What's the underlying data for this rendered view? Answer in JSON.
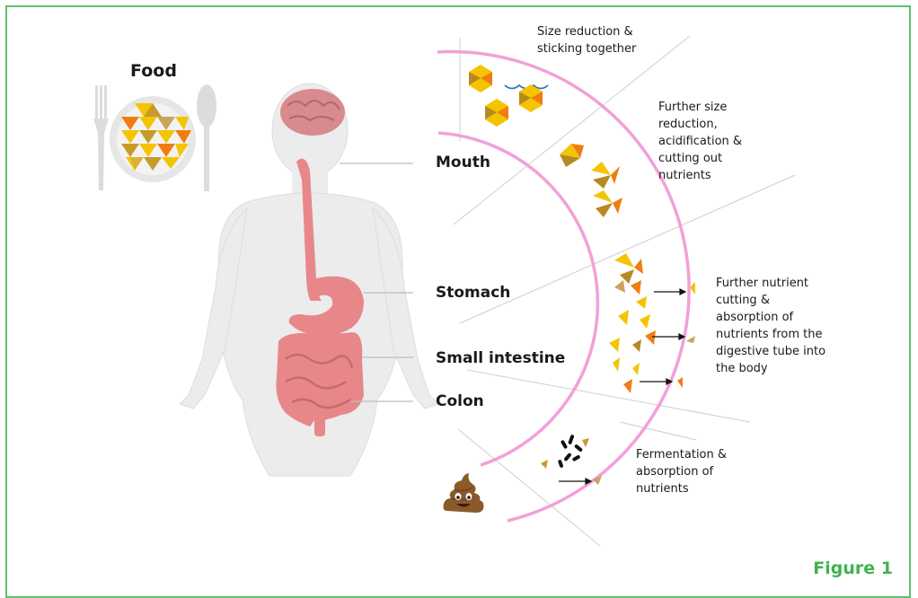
{
  "figure_label": "Figure 1",
  "food_label": "Food",
  "organs": {
    "mouth": "Mouth",
    "stomach": "Stomach",
    "small_intestine": "Small intestine",
    "colon": "Colon"
  },
  "descriptions": {
    "mouth": "Size reduction &\nsticking together",
    "stomach": "Further size\nreduction,\nacidification &\ncutting out\nnutrients",
    "small_intestine": "Further nutrient\ncutting &\nabsorption of\nnutrients from the\ndigestive tube into\nthe body",
    "colon": "Fermentation &\nabsorption of\nnutrients"
  },
  "icons": [
    "fork-icon",
    "plate-icon",
    "spoon-icon",
    "brain-icon",
    "stomach-icon",
    "intestine-icon",
    "poop-icon"
  ],
  "colors": {
    "frame": "#5cc26b",
    "figure_label": "#3fb34f",
    "tube": "#f2a0d8",
    "food_yellow": "#f5c400",
    "food_orange": "#f07d12",
    "food_brown": "#b58a22",
    "organ_pink": "#e8878a",
    "body": "#ececec"
  }
}
